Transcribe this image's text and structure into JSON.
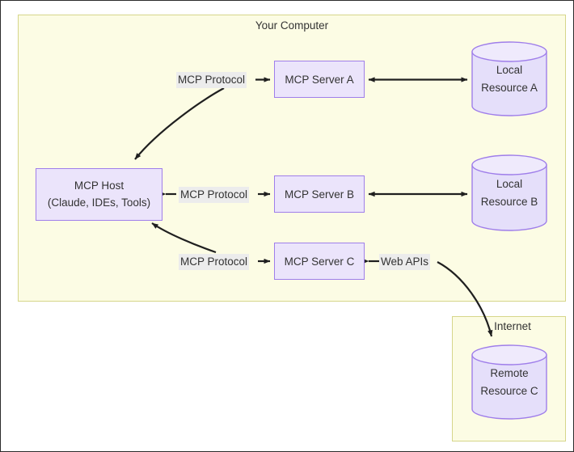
{
  "diagram": {
    "title_visible": false,
    "groups": [
      {
        "id": "your-computer",
        "label": "Your Computer"
      },
      {
        "id": "internet",
        "label": "Internet"
      }
    ],
    "nodes": [
      {
        "id": "mcp-host",
        "line1": "MCP Host",
        "line2": "(Claude, IDEs, Tools)",
        "shape": "rect"
      },
      {
        "id": "mcp-server-a",
        "label": "MCP Server A",
        "shape": "rect"
      },
      {
        "id": "mcp-server-b",
        "label": "MCP Server B",
        "shape": "rect"
      },
      {
        "id": "mcp-server-c",
        "label": "MCP Server C",
        "shape": "rect"
      },
      {
        "id": "local-resource-a",
        "line1": "Local",
        "line2": "Resource A",
        "shape": "cylinder"
      },
      {
        "id": "local-resource-b",
        "line1": "Local",
        "line2": "Resource B",
        "shape": "cylinder"
      },
      {
        "id": "remote-resource-c",
        "line1": "Remote",
        "line2": "Resource C",
        "shape": "cylinder"
      }
    ],
    "edge_labels": [
      {
        "id": "label-protocol-a",
        "text": "MCP Protocol"
      },
      {
        "id": "label-protocol-b",
        "text": "MCP Protocol"
      },
      {
        "id": "label-protocol-c",
        "text": "MCP Protocol"
      },
      {
        "id": "label-web-apis",
        "text": "Web APIs"
      }
    ],
    "edges": [
      {
        "from": "mcp-server-a",
        "to": "mcp-host",
        "label": "MCP Protocol",
        "style": "curved",
        "arrows": "one-way"
      },
      {
        "from": "mcp-server-a",
        "to": "local-resource-a",
        "label": "",
        "style": "straight",
        "arrows": "two-way"
      },
      {
        "from": "mcp-host",
        "to": "mcp-server-b",
        "label": "MCP Protocol",
        "style": "straight",
        "arrows": "two-way"
      },
      {
        "from": "mcp-server-b",
        "to": "local-resource-b",
        "label": "",
        "style": "straight",
        "arrows": "two-way"
      },
      {
        "from": "mcp-server-c",
        "to": "mcp-host",
        "label": "MCP Protocol",
        "style": "curved",
        "arrows": "one-way"
      },
      {
        "from": "remote-resource-c",
        "to": "mcp-server-c",
        "label": "Web APIs",
        "style": "curved",
        "arrows": "one-way"
      }
    ],
    "colors": {
      "group_fill": "#fcfce4",
      "group_border": "#d6d68a",
      "node_fill": "#ebe4fb",
      "node_border": "#9f7eea",
      "cylinder_fill": "#e5dffa",
      "cylinder_top_fill": "#efeafc",
      "edge_stroke": "#1f1f1f",
      "label_fill": "#ececec",
      "text": "#333333",
      "page_border": "#2b2b2b"
    }
  }
}
